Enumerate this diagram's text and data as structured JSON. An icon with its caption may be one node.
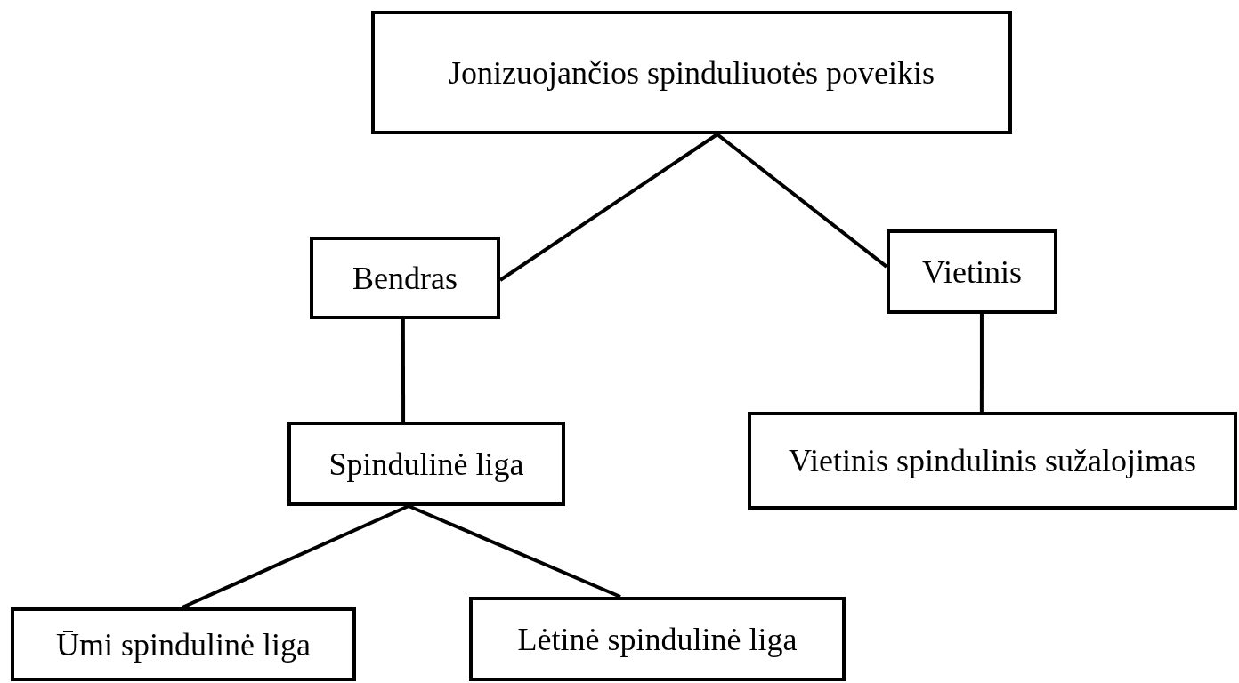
{
  "diagram": {
    "nodes": [
      {
        "text": [
          "Jonizuojančios spinduliuotės poveikis"
        ]
      },
      {
        "text": [
          "Bendras"
        ]
      },
      {
        "text": [
          "Vietinis"
        ]
      },
      {
        "text": [
          "Spindulinė liga"
        ]
      },
      {
        "text": [
          "Vietinis spindulinis sužalojimas"
        ]
      },
      {
        "text": [
          "Ūmi spindulinė liga"
        ]
      },
      {
        "text": [
          "Lėtinė spindulinė liga"
        ]
      }
    ],
    "edges": [
      {
        "from": 0,
        "to": 1,
        "arrow": "none"
      },
      {
        "from": 0,
        "to": 2,
        "arrow": "none"
      },
      {
        "from": 1,
        "to": 3,
        "arrow": "none"
      },
      {
        "from": 2,
        "to": 4,
        "arrow": "none"
      },
      {
        "from": 3,
        "to": 5,
        "arrow": "none"
      },
      {
        "from": 3,
        "to": 6,
        "arrow": "none"
      }
    ]
  }
}
